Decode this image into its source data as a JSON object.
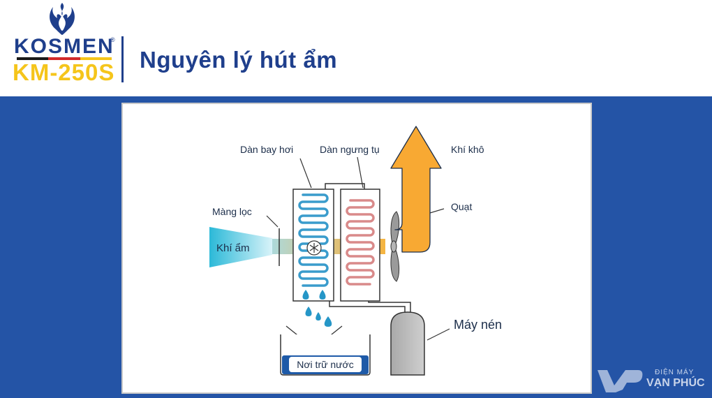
{
  "header": {
    "brand": "KOSMEN",
    "brand_mark": "®",
    "model": "KM-250S",
    "title": "Nguyên lý hút ẩm"
  },
  "diagram": {
    "labels": {
      "evaporator": "Dàn bay hơi",
      "condenser": "Dàn ngưng tụ",
      "dry_air": "Khí khô",
      "filter": "Màng lọc",
      "fan": "Quạt",
      "humid_air": "Khí ẩm",
      "compressor": "Máy nén",
      "water_tank": "Nơi trữ nước"
    }
  },
  "watermark": {
    "line1": "ĐIỆN MÁY",
    "line2": "VẠN PHÚC"
  },
  "colors": {
    "brand_blue": "#1f3f8c",
    "model_yellow": "#f5c51b",
    "band_blue": "#2454a6",
    "arrow_orange": "#f8a933",
    "air_cyan": "#2bb9d8",
    "water_blue": "#2596c7"
  }
}
